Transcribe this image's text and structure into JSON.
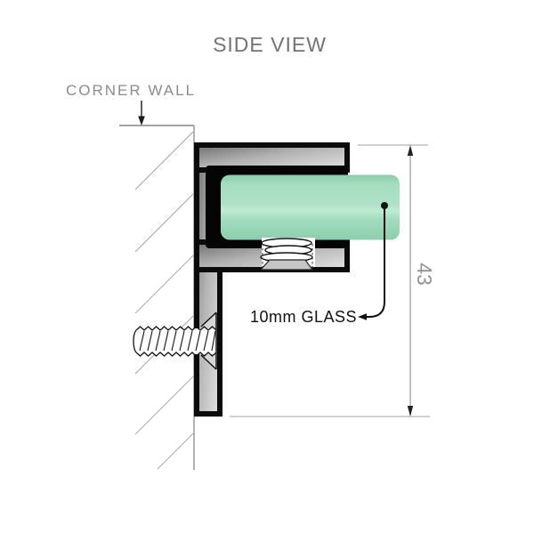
{
  "title": "SIDE VIEW",
  "diagram": {
    "wall_label": "CORNER WALL",
    "glass_label": "10mm GLASS",
    "dimension_value": "43"
  },
  "colors": {
    "glass_edge": "#8bcdab",
    "glass_mid": "#a5ddc0",
    "glass_highlight": "#bfead4",
    "metal_dark": "#6e6e6e",
    "metal_mid": "#b2b2b2",
    "metal_light": "#e4e4e4",
    "outline_black": "#0b0b0b",
    "dim_line_gray": "#9a9a9a",
    "extension_line_gray": "#b3b3b3",
    "wall_label_gray": "#8c8c8c",
    "title_gray": "#737378",
    "label_black": "#111111"
  }
}
